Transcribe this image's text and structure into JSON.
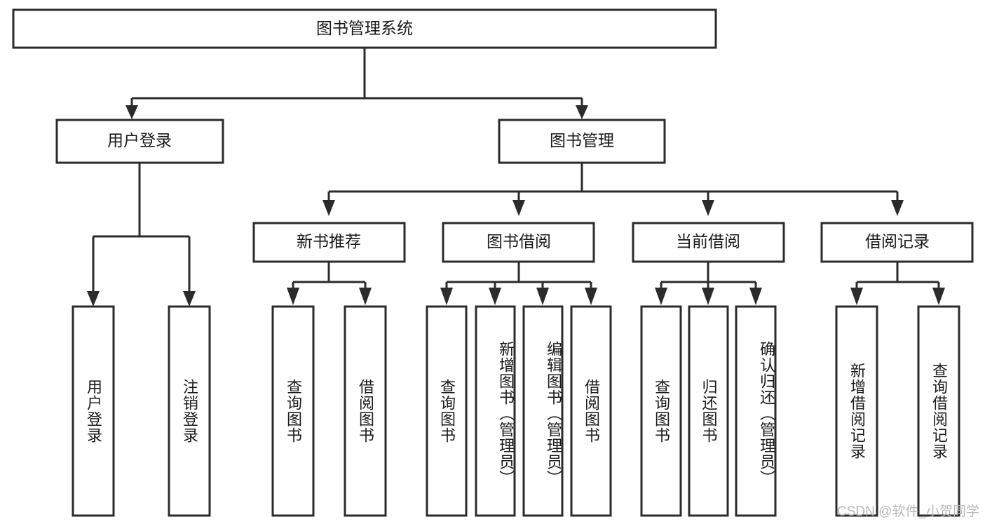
{
  "diagram": {
    "type": "tree-hierarchy",
    "title": "图书管理系统",
    "root": {
      "id": "root",
      "label": "图书管理系统"
    },
    "level2": [
      {
        "id": "user-login",
        "label": "用户登录"
      },
      {
        "id": "book-manage",
        "label": "图书管理"
      }
    ],
    "level3": [
      {
        "id": "new-book-recommend",
        "label": "新书推荐",
        "parent": "book-manage"
      },
      {
        "id": "book-borrow",
        "label": "图书借阅",
        "parent": "book-manage"
      },
      {
        "id": "current-borrow",
        "label": "当前借阅",
        "parent": "book-manage"
      },
      {
        "id": "borrow-record",
        "label": "借阅记录",
        "parent": "book-manage"
      }
    ],
    "leaves": {
      "user-login": [
        {
          "id": "leaf-user-login",
          "label": "用户登录"
        },
        {
          "id": "leaf-logout-login",
          "label": "注销登录"
        }
      ],
      "new-book-recommend": [
        {
          "id": "leaf-query-book-1",
          "label": "查询图书"
        },
        {
          "id": "leaf-borrow-book-1",
          "label": "借阅图书"
        }
      ],
      "book-borrow": [
        {
          "id": "leaf-query-book-2",
          "label": "查询图书"
        },
        {
          "id": "leaf-add-book",
          "label": "新增图书（管理员）"
        },
        {
          "id": "leaf-edit-book",
          "label": "编辑图书（管理员）"
        },
        {
          "id": "leaf-borrow-book-2",
          "label": "借阅图书"
        }
      ],
      "current-borrow": [
        {
          "id": "leaf-query-book-3",
          "label": "查询图书"
        },
        {
          "id": "leaf-return-book",
          "label": "归还图书"
        },
        {
          "id": "leaf-confirm-return",
          "label": "确认归还（管理员）"
        }
      ],
      "borrow-record": [
        {
          "id": "leaf-add-record",
          "label": "新增借阅记录"
        },
        {
          "id": "leaf-query-record",
          "label": "查询借阅记录"
        }
      ]
    },
    "colors": {
      "stroke": "#2b2b2b",
      "fill": "#ffffff",
      "text": "#1a1a1a",
      "watermark": "#b9b9b9"
    }
  },
  "watermark": {
    "text": "CSDN @软件_小贺同学"
  }
}
